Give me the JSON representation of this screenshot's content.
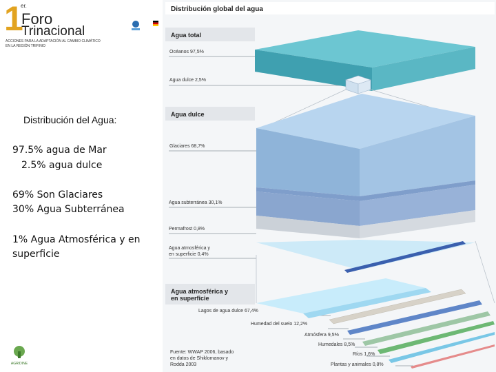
{
  "logo": {
    "number": "1",
    "sup": "er.",
    "line1": "Foro",
    "line2": "Trinacional",
    "tagline_1": "Acciones para la adaptación al cambio climático",
    "tagline_2": "en la región Trifinio",
    "bottom_text": "AGRIDINE"
  },
  "side": {
    "title": "Distribución del Agua:",
    "lines": [
      "97.5% agua de Mar",
      "2.5% agua dulce",
      "69% Son Glaciares",
      "30% Agua Subterránea",
      "1% Agua Atmosférica y en",
      "superficie"
    ]
  },
  "diagram": {
    "title": "Distribución global del agua",
    "sections": {
      "total": "Agua total",
      "dulce": "Agua dulce",
      "atmos_1": "Agua atmosférica y",
      "atmos_2": "en superficie"
    },
    "labels": {
      "oceanos": "Océanos 97,5%",
      "agua_dulce": "Agua dulce 2,5%",
      "glaciares": "Glaciares 68,7%",
      "subterranea": "Agua subterránea 30,1%",
      "permafrost": "Permafrost 0,8%",
      "atmos_1": "Agua atmosférica y",
      "atmos_2": "en superficie 0,4%",
      "lagos": "Lagos de agua dulce 67,4%",
      "humedad": "Humedad del suelo 12,2%",
      "atmosfera": "Atmósfera 9,5%",
      "humedales": "Humedales 8,5%",
      "rios": "Ríos 1,6%",
      "plantas": "Plantas y animales 0,8%"
    },
    "source": [
      "Fuente: WWAP 2006, basado",
      "en datos de Shiklomanov y",
      "Rodda 2003"
    ],
    "colors": {
      "ocean": "#4fb3c2",
      "fresh": "#9fc3e6",
      "ground": "#8aa6cf",
      "permafrost": "#c9d0d8",
      "atmos": "#bfe6f8",
      "lagos": "#d9d3c8",
      "humedad": "#5f86c8",
      "atmosfera": "#a9c9b0",
      "humedales": "#6eb574",
      "rios": "#79c7e6",
      "plantas": "#e07a7a"
    }
  }
}
